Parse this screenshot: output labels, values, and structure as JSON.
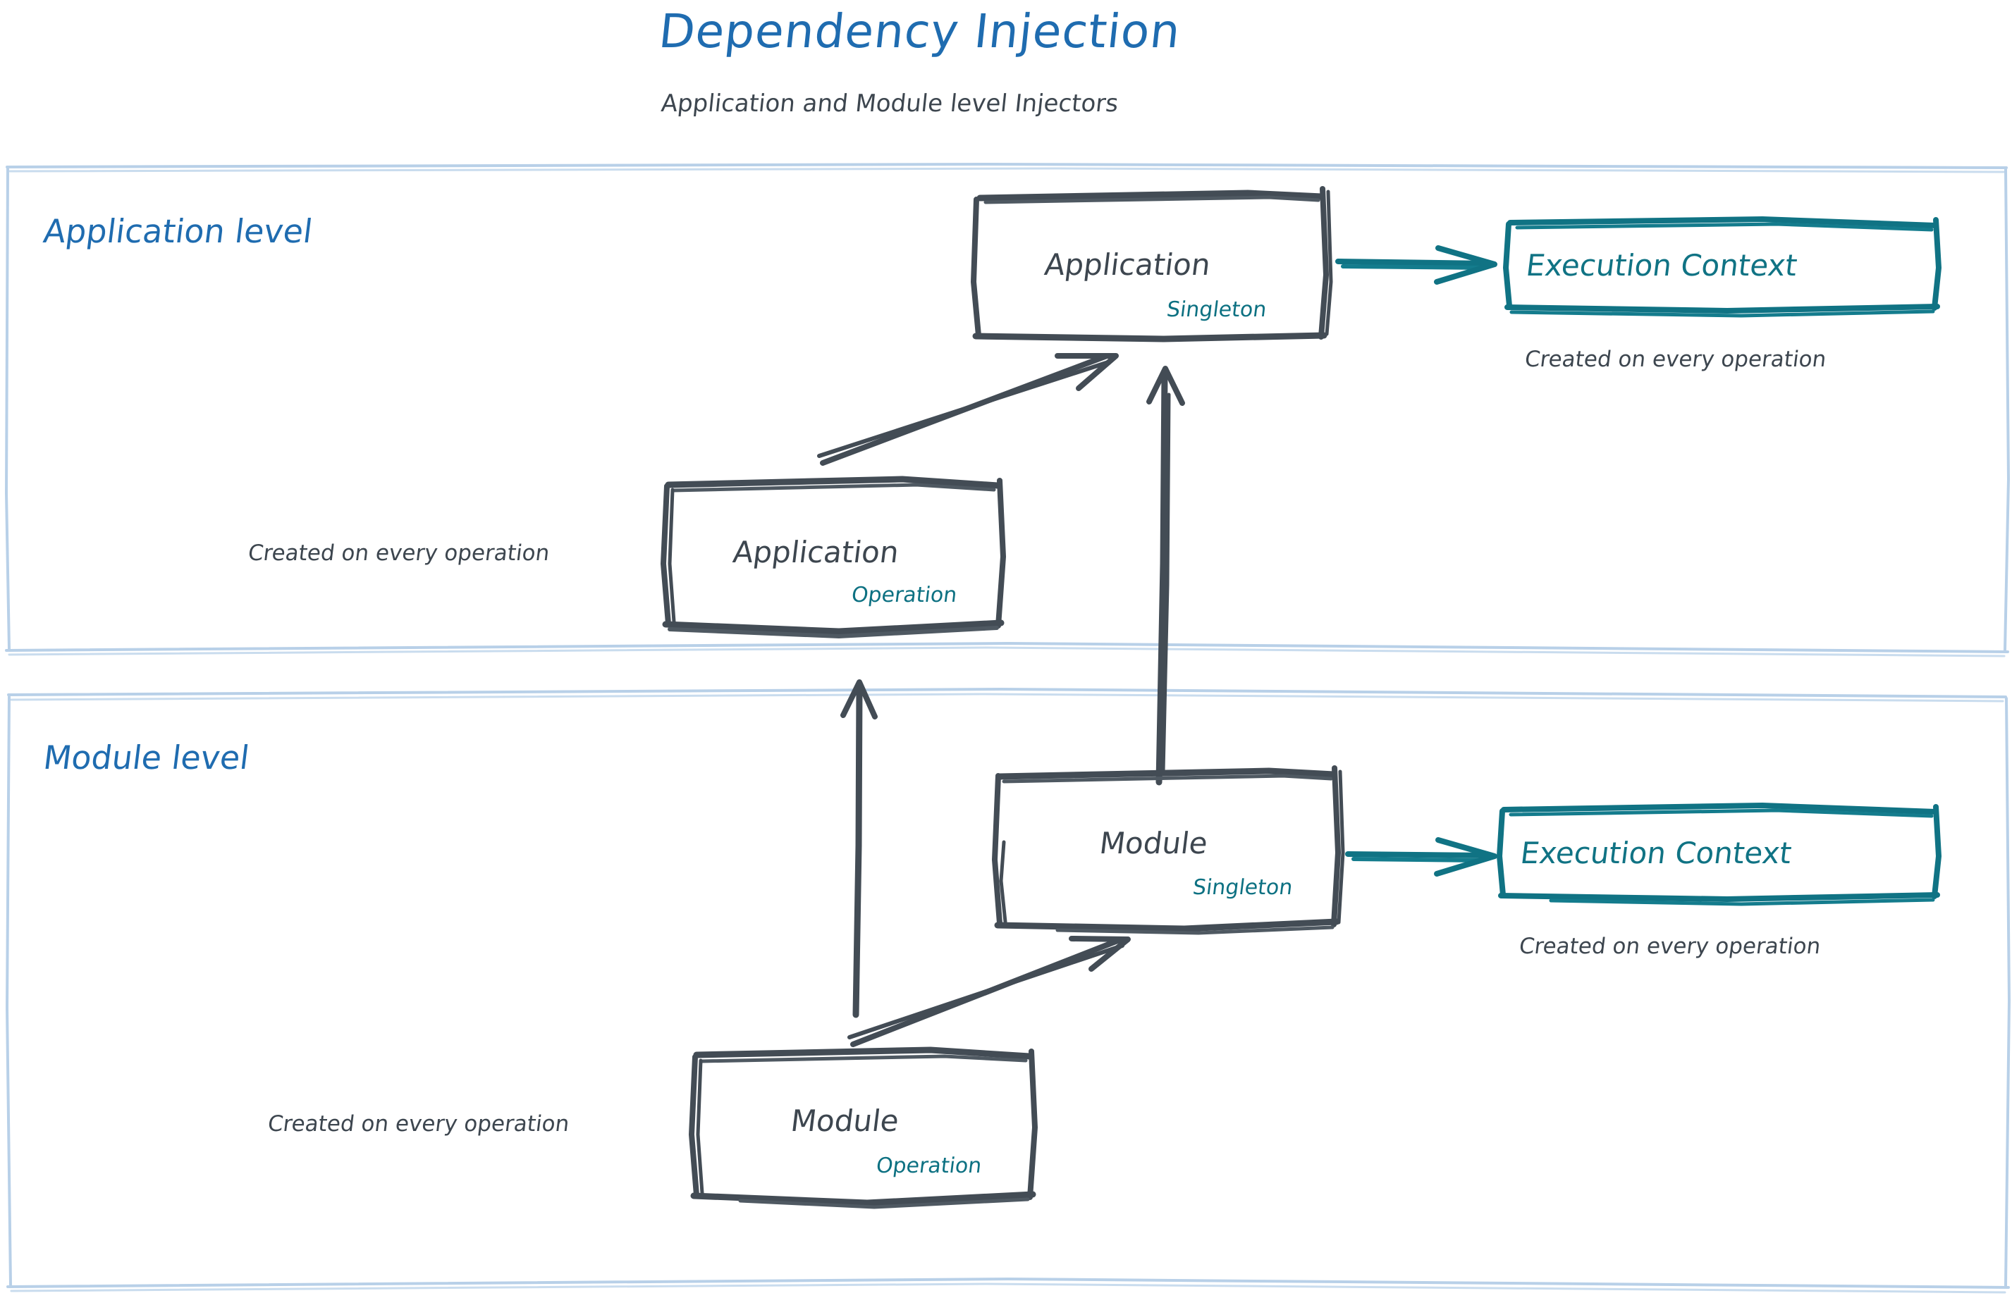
{
  "header": {
    "title": "Dependency Injection",
    "subtitle": "Application and Module level Injectors",
    "title_color": "#1f6cb0",
    "subtitle_color": "#3d464f"
  },
  "colors": {
    "blue": "#1f6cb0",
    "container_border": "#b8d0e8",
    "box_stroke": "#434c55",
    "teal": "#107384",
    "gray_text": "#3d464f"
  },
  "containers": [
    {
      "id": "application-level",
      "label": "Application level"
    },
    {
      "id": "module-level",
      "label": "Module level"
    }
  ],
  "nodes": {
    "application_singleton": {
      "title": "Application",
      "scope": "Singleton"
    },
    "application_operation": {
      "title": "Application",
      "scope": "Operation",
      "caption": "Created on every operation"
    },
    "application_execution_context": {
      "title": "Execution Context",
      "caption": "Created on every operation"
    },
    "module_singleton": {
      "title": "Module",
      "scope": "Singleton"
    },
    "module_operation": {
      "title": "Module",
      "scope": "Operation",
      "caption": "Created on every operation"
    },
    "module_execution_context": {
      "title": "Execution Context",
      "caption": "Created on every operation"
    }
  },
  "edges": [
    {
      "id": "app-singleton-to-app-exec-context",
      "color": "#107384",
      "style": "arrow-right"
    },
    {
      "id": "app-operation-to-app-singleton",
      "color": "#434c55",
      "style": "arrow-diagonal-up-right"
    },
    {
      "id": "module-singleton-to-app-singleton",
      "color": "#434c55",
      "style": "arrow-up"
    },
    {
      "id": "module-operation-to-app-operation",
      "color": "#434c55",
      "style": "arrow-up"
    },
    {
      "id": "module-singleton-to-module-exec-context",
      "color": "#107384",
      "style": "arrow-right"
    },
    {
      "id": "module-operation-to-module-singleton",
      "color": "#434c55",
      "style": "arrow-diagonal-up-right"
    }
  ]
}
